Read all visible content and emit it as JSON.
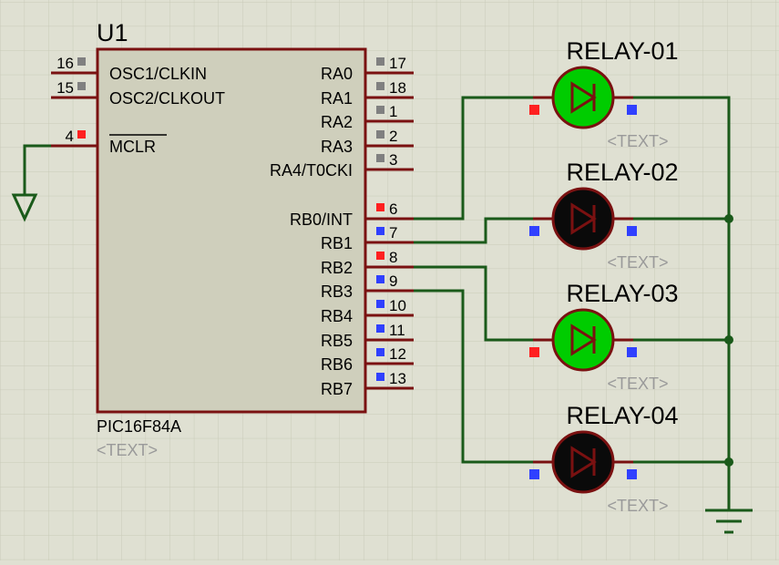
{
  "schematic": {
    "chip": {
      "ref": "U1",
      "part": "PIC16F84A",
      "placeholder": "<TEXT>",
      "left_pins": [
        {
          "num": "16",
          "name": "OSC1/CLKIN",
          "state": "neutral"
        },
        {
          "num": "15",
          "name": "OSC2/CLKOUT",
          "state": "neutral"
        },
        {
          "num": "4",
          "name": "MCLR",
          "state": "high"
        }
      ],
      "right_pins": [
        {
          "num": "17",
          "name": "RA0",
          "state": "neutral"
        },
        {
          "num": "18",
          "name": "RA1",
          "state": "neutral"
        },
        {
          "num": "1",
          "name": "RA2",
          "state": "neutral"
        },
        {
          "num": "2",
          "name": "RA3",
          "state": "neutral"
        },
        {
          "num": "3",
          "name": "RA4/T0CKI",
          "state": "neutral"
        },
        {
          "num": "6",
          "name": "RB0/INT",
          "state": "high"
        },
        {
          "num": "7",
          "name": "RB1",
          "state": "low"
        },
        {
          "num": "8",
          "name": "RB2",
          "state": "high"
        },
        {
          "num": "9",
          "name": "RB3",
          "state": "low"
        },
        {
          "num": "10",
          "name": "RB4",
          "state": "low"
        },
        {
          "num": "11",
          "name": "RB5",
          "state": "low"
        },
        {
          "num": "12",
          "name": "RB6",
          "state": "low"
        },
        {
          "num": "13",
          "name": "RB7",
          "state": "low"
        }
      ]
    },
    "relays": [
      {
        "name": "RELAY-01",
        "text": "<TEXT>",
        "on": true
      },
      {
        "name": "RELAY-02",
        "text": "<TEXT>",
        "on": false
      },
      {
        "name": "RELAY-03",
        "text": "<TEXT>",
        "on": true
      },
      {
        "name": "RELAY-04",
        "text": "<TEXT>",
        "on": false
      }
    ],
    "colors": {
      "background": "#dfe0d2",
      "grid": "#c9cab8",
      "body_fill": "#cfcfbc",
      "outline": "#7a1111",
      "wire": "#1a5a1a",
      "led_on": "#00cc00",
      "led_off": "#0a0a0a",
      "pin_high": "#ff2020",
      "pin_low": "#3040ff",
      "pin_neutral": "#808080",
      "ghost_text": "#9a9a9a"
    }
  }
}
